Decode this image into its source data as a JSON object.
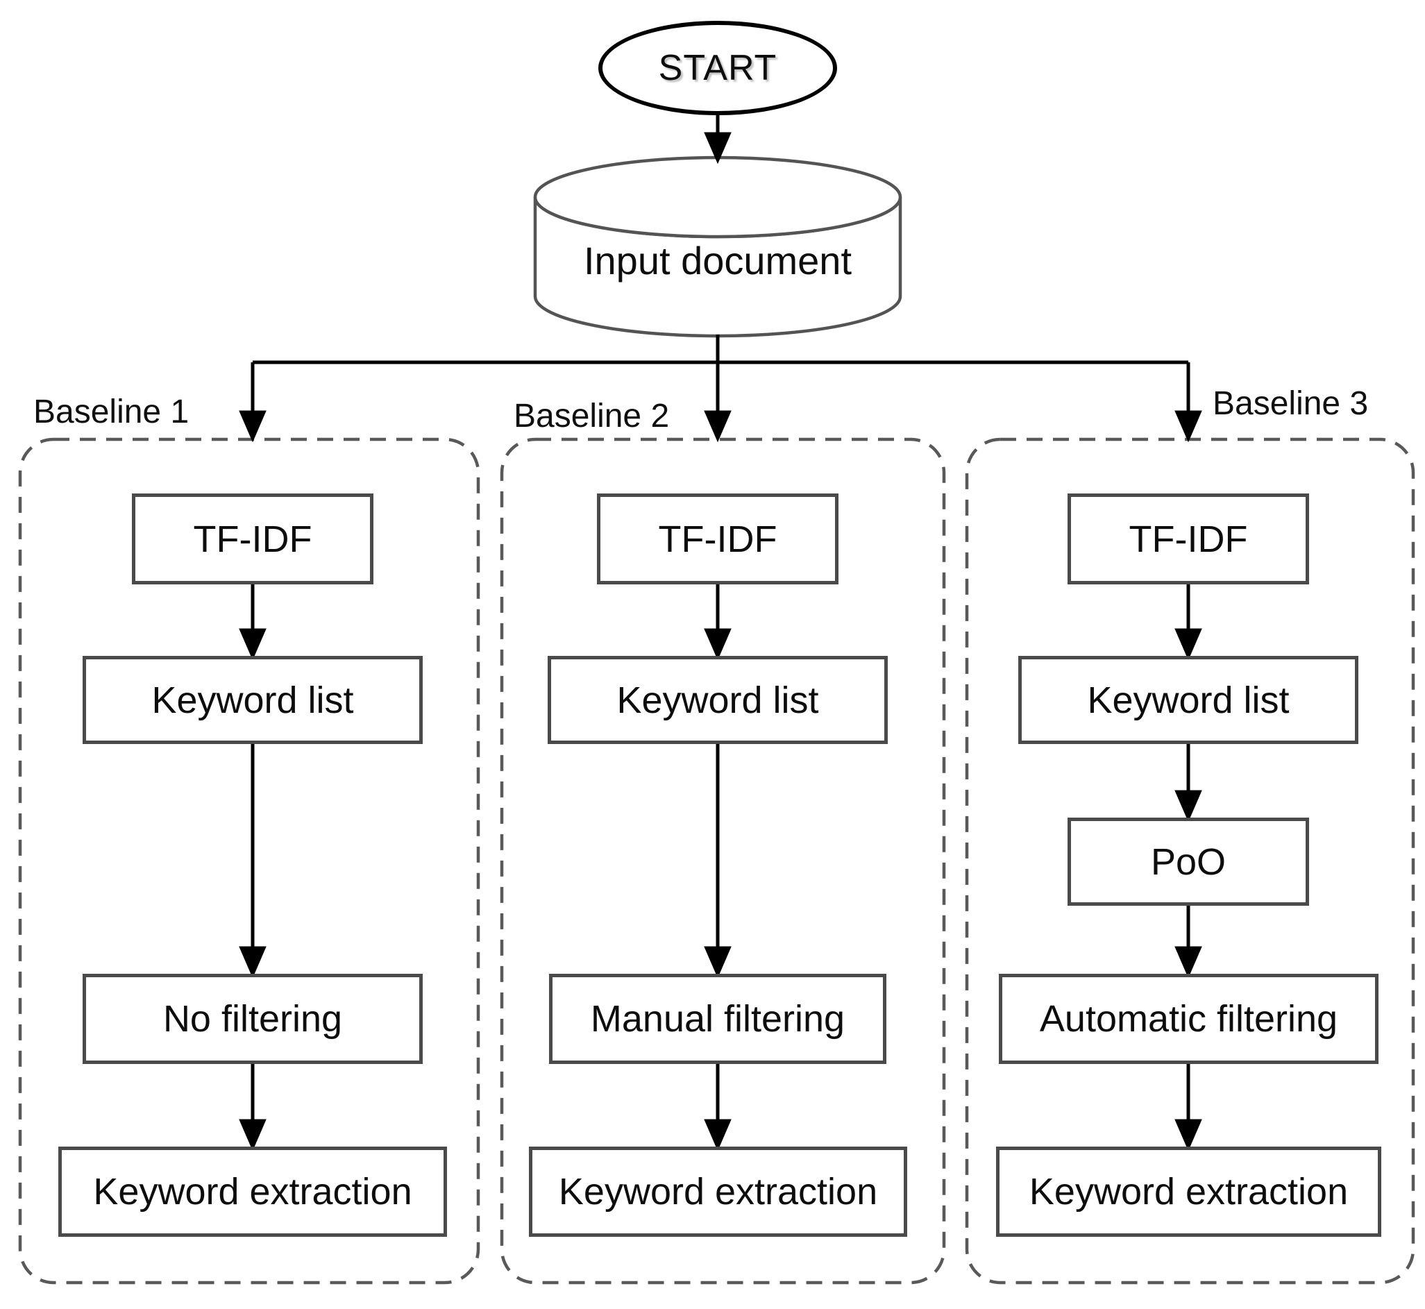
{
  "flow": {
    "start": "START",
    "input": "Input document",
    "branches": [
      {
        "label": "Baseline 1",
        "steps": [
          "TF-IDF",
          "Keyword list",
          "No filtering",
          "Keyword extraction"
        ]
      },
      {
        "label": "Baseline 2",
        "steps": [
          "TF-IDF",
          "Keyword list",
          "Manual filtering",
          "Keyword extraction"
        ]
      },
      {
        "label": "Baseline 3",
        "steps": [
          "TF-IDF",
          "Keyword list",
          "PoO",
          "Automatic filtering",
          "Keyword extraction"
        ]
      }
    ],
    "colors": {
      "terminator_border": "#000000",
      "process_border": "#4a4a4a",
      "cylinder_border": "#545454",
      "dashed_frame": "#595959",
      "arrow": "#000000",
      "background": "#ffffff",
      "text": "#0d0d0d"
    }
  }
}
